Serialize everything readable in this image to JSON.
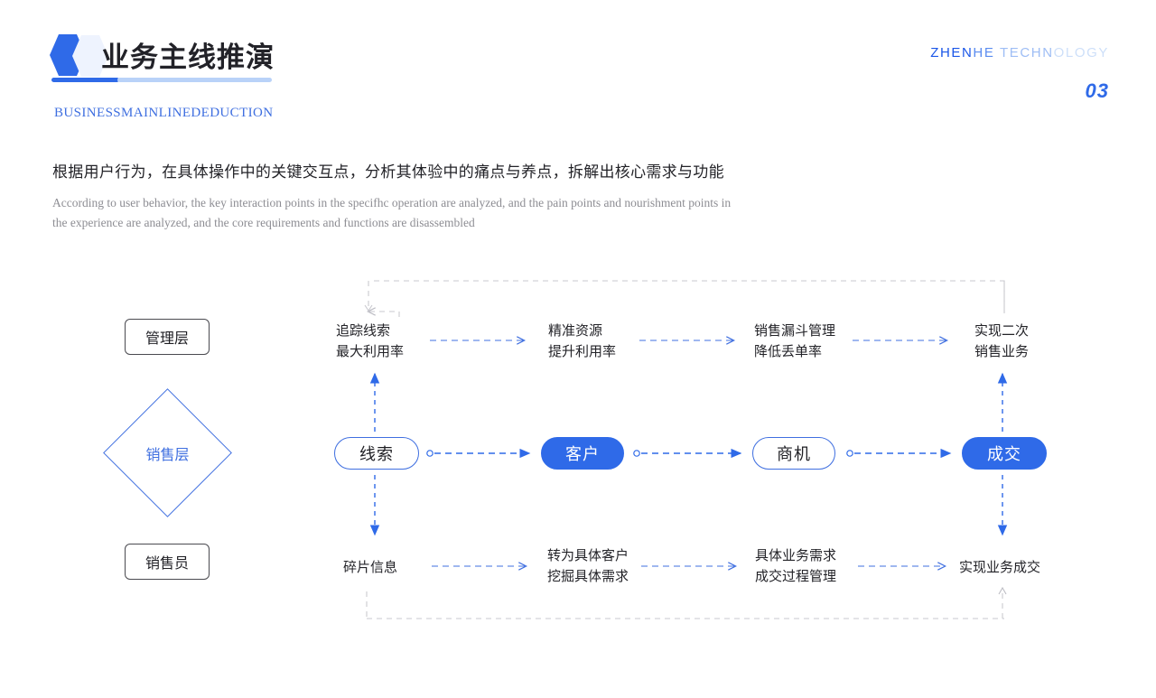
{
  "header": {
    "logo_icon": "hexagon-logo-icon",
    "title": "业务主线推演",
    "subtitle_en": "BUSINESSMAINLINEDEDUCTION",
    "brand": {
      "part1": "ZHEN",
      "part2": "HE ",
      "part3": "TECHN",
      "part4": "OLOGY"
    },
    "page_number": "03",
    "accent_color": "#2f6ae8",
    "accent_light": "#b9d2f8"
  },
  "lead": {
    "cn": "根据用户行为，在具体操作中的关键交互点，分析其体验中的痛点与养点，拆解出核心需求与功能",
    "en": "According to user behavior, the key interaction points in the specifhc operation are analyzed, and the pain points and nourishment points in the experience are analyzed, and the core requirements and functions are disassembled"
  },
  "left_column": {
    "top_role": "管理层",
    "middle_role": "销售层",
    "bottom_role": "销售员"
  },
  "flow": {
    "pills": [
      {
        "label": "线索",
        "style": "outline"
      },
      {
        "label": "客户",
        "style": "solid"
      },
      {
        "label": "商机",
        "style": "outline"
      },
      {
        "label": "成交",
        "style": "solid"
      }
    ],
    "top_row": [
      {
        "line1": "追踪线索",
        "line2": "最大利用率"
      },
      {
        "line1": "精准资源",
        "line2": "提升利用率"
      },
      {
        "line1": "销售漏斗管理",
        "line2": "降低丢单率"
      },
      {
        "line1": "实现二次",
        "line2": "销售业务"
      }
    ],
    "bottom_row": [
      {
        "line1": "碎片信息",
        "line2": ""
      },
      {
        "line1": "转为具体客户",
        "line2": "挖掘具体需求"
      },
      {
        "line1": "具体业务需求",
        "line2": "成交过程管理"
      },
      {
        "line1": "实现业务成交",
        "line2": ""
      }
    ],
    "arrow_color": "#3f6fe0",
    "frame_color": "#c9c9cf"
  }
}
